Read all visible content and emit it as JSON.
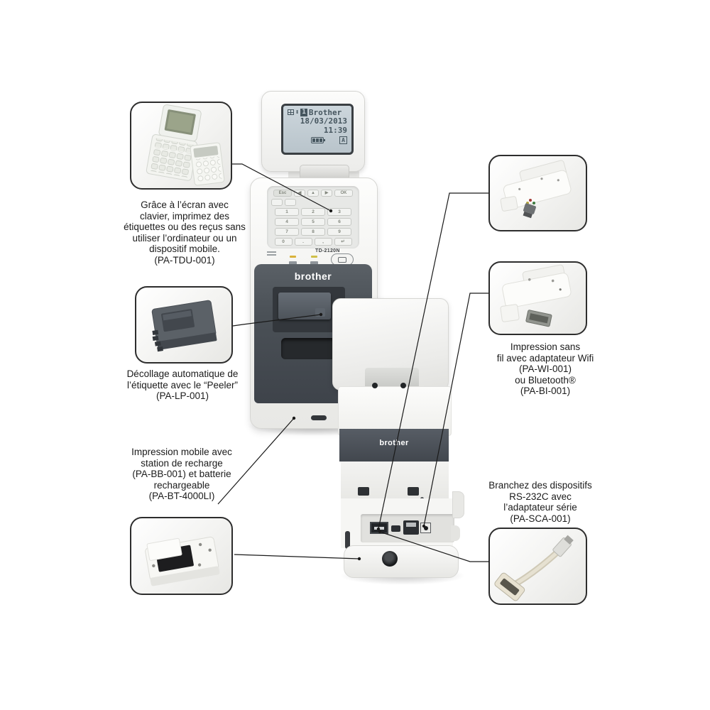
{
  "diagram": {
    "front_printer": {
      "brand": "brother",
      "model": "TD-2120N",
      "lcd": {
        "field_number": "1",
        "line1": "Brother",
        "date": "18/03/2013",
        "time": "11:39",
        "mode_badge": "A"
      },
      "keypad": {
        "esc": "Esc",
        "nav": [
          "◀",
          "▲",
          "▶"
        ],
        "ok": "OK",
        "digits": [
          "1",
          "2",
          "3",
          "4",
          "5",
          "6",
          "7",
          "8",
          "9"
        ],
        "bottom": [
          "0",
          ".",
          ",",
          "↵"
        ]
      }
    },
    "rear_printer": {
      "brand": "brother"
    },
    "callouts": {
      "tdu": {
        "lines": [
          "Grâce à l’écran avec",
          "clavier, imprimez des",
          "étiquettes ou des reçus sans",
          "utiliser l’ordinateur ou un",
          "dispositif mobile.",
          "(PA-TDU-001)"
        ]
      },
      "peeler": {
        "lines": [
          "Décollage automatique de",
          "l’étiquette avec le “Peeler”",
          "(PA-LP-001)"
        ]
      },
      "battery": {
        "lines": [
          "Impression mobile avec",
          "station de recharge",
          "(PA-BB-001) et batterie",
          "rechargeable",
          "(PA-BT-4000LI)"
        ]
      },
      "wireless": {
        "lines": [
          "Impression sans",
          "fil avec adaptateur Wifi",
          "(PA-WI-001)",
          "ou Bluetooth®",
          "(PA-BI-001)"
        ]
      },
      "serial": {
        "lines": [
          "Branchez des dispositifs",
          "RS-232C avec",
          "l’adaptateur série",
          "(PA-SCA-001)"
        ]
      }
    },
    "accessory_images": {
      "tdu": "keyboard-display-unit-photo",
      "peeler": "label-peeler-photo",
      "battery": "charging-cradle-with-battery-photo",
      "wifi": "wifi-adapter-photo",
      "bluetooth": "bluetooth-adapter-photo",
      "serial": "serial-adapter-cable-photo"
    },
    "colors": {
      "panel_dark": "#4b5157",
      "lcd_bg": "#c5cfd6",
      "callout_border": "#2d2d2d",
      "line": "#1a1a1a"
    }
  }
}
